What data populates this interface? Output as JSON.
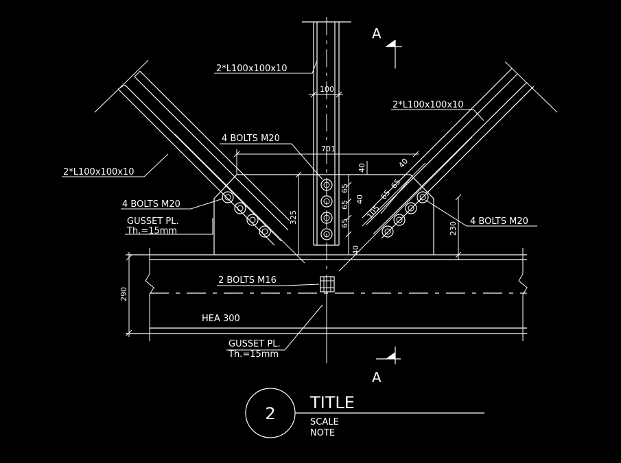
{
  "labels": {
    "angle_vertical": "2*L100x100x10",
    "angle_right": "2*L100x100x10",
    "angle_left": "2*L100x100x10",
    "bolts_top": "4 BOLTS M20",
    "bolts_left": "4 BOLTS M20",
    "bolts_right": "4 BOLTS M20",
    "gusset_upper_1": "GUSSET PL.",
    "gusset_upper_2": "Th.=15mm",
    "gusset_lower_1": "GUSSET PL.",
    "gusset_lower_2": "Th.=15mm",
    "bolts_m16": "2 BOLTS M16",
    "beam": "HEA 300",
    "section_top": "A",
    "section_bottom": "A"
  },
  "dimensions": {
    "d100": "100",
    "d701": "701",
    "d325": "325",
    "d40a": "40",
    "d40b": "40",
    "d40c": "40",
    "d40d": "40",
    "d65a": "65",
    "d65b": "65",
    "d65c": "65",
    "d65d": "65",
    "d65e": "65",
    "d105": "105",
    "d230": "230",
    "d290": "290"
  },
  "title_block": {
    "number": "2",
    "title": "TITLE",
    "scale": "SCALE",
    "note": "NOTE"
  },
  "colors": {
    "background": "#000000",
    "lines": "#ffffff"
  }
}
